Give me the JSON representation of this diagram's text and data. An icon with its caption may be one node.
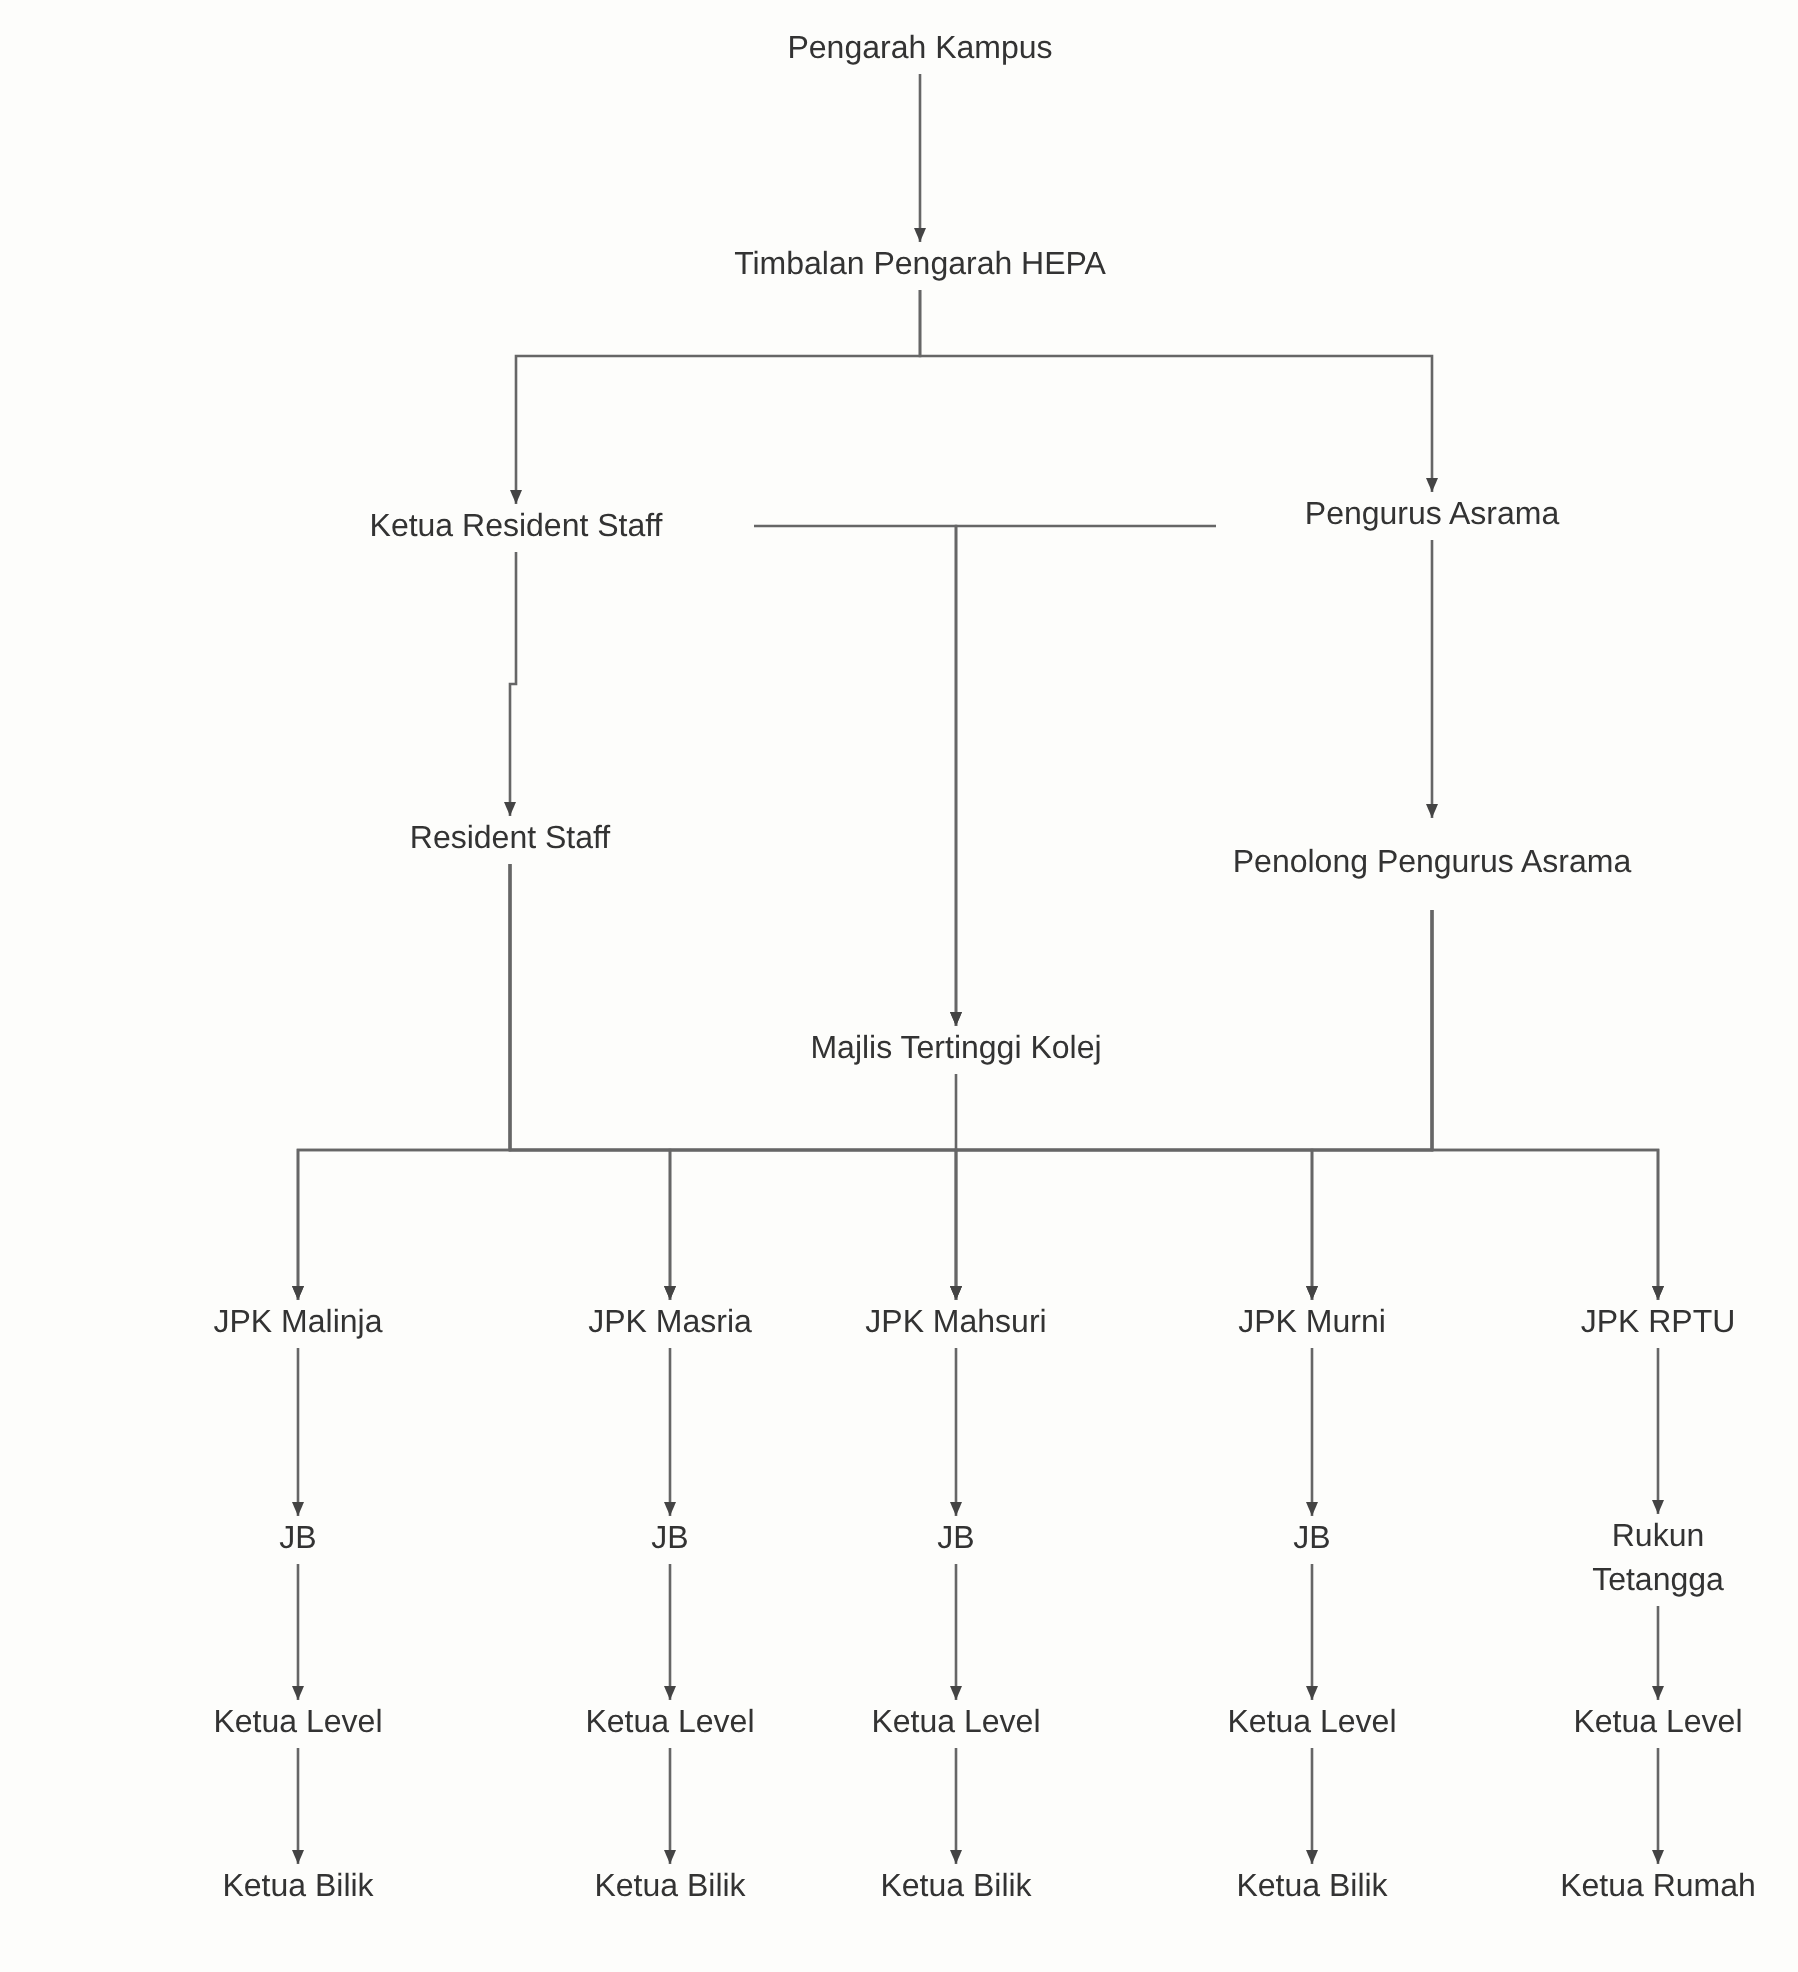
{
  "diagram": {
    "nodes": [
      {
        "text": [
          "Pengarah Kampus"
        ]
      },
      {
        "text": [
          "Timbalan Pengarah HEPA"
        ]
      },
      {
        "text": [
          "Ketua Resident Staff"
        ]
      },
      {
        "text": [
          "Pengurus Asrama"
        ]
      },
      {
        "text": [
          "Resident Staff"
        ]
      },
      {
        "text": [
          "Penolong Pengurus Asrama"
        ]
      },
      {
        "text": [
          "Majlis Tertinggi Kolej"
        ]
      },
      {
        "text": [
          "JPK Malinja"
        ]
      },
      {
        "text": [
          "JPK Masria"
        ]
      },
      {
        "text": [
          "JPK Mahsuri"
        ]
      },
      {
        "text": [
          "JPK Murni"
        ]
      },
      {
        "text": [
          "JPK RPTU"
        ]
      },
      {
        "text": [
          "JB"
        ]
      },
      {
        "text": [
          "JB"
        ]
      },
      {
        "text": [
          "JB"
        ]
      },
      {
        "text": [
          "JB"
        ]
      },
      {
        "text": [
          "Rukun Tetangga"
        ]
      },
      {
        "text": [
          "Ketua Level"
        ]
      },
      {
        "text": [
          "Ketua Level"
        ]
      },
      {
        "text": [
          "Ketua Level"
        ]
      },
      {
        "text": [
          "Ketua Level"
        ]
      },
      {
        "text": [
          "Ketua Level"
        ]
      },
      {
        "text": [
          "Ketua Bilik"
        ]
      },
      {
        "text": [
          "Ketua Bilik"
        ]
      },
      {
        "text": [
          "Ketua Bilik"
        ]
      },
      {
        "text": [
          "Ketua Bilik"
        ]
      },
      {
        "text": [
          "Ketua Rumah"
        ]
      }
    ],
    "edges": [
      {
        "from": 0,
        "to": 1,
        "arrow": "to"
      },
      {
        "from": 1,
        "to": 2,
        "arrow": "to"
      },
      {
        "from": 1,
        "to": 3,
        "arrow": "to"
      },
      {
        "from": 2,
        "to": 6,
        "arrow": "to"
      },
      {
        "from": 3,
        "to": 6,
        "arrow": "to"
      },
      {
        "from": 2,
        "to": 4,
        "arrow": "to"
      },
      {
        "from": 3,
        "to": 5,
        "arrow": "to"
      },
      {
        "from": 4,
        "to": 7,
        "arrow": "to"
      },
      {
        "from": 4,
        "to": 8,
        "arrow": "to"
      },
      {
        "from": 4,
        "to": 9,
        "arrow": "to"
      },
      {
        "from": 4,
        "to": 10,
        "arrow": "to"
      },
      {
        "from": 4,
        "to": 11,
        "arrow": "to"
      },
      {
        "from": 5,
        "to": 7,
        "arrow": "to"
      },
      {
        "from": 5,
        "to": 8,
        "arrow": "to"
      },
      {
        "from": 5,
        "to": 9,
        "arrow": "to"
      },
      {
        "from": 5,
        "to": 10,
        "arrow": "to"
      },
      {
        "from": 5,
        "to": 11,
        "arrow": "to"
      },
      {
        "from": 6,
        "to": 9,
        "arrow": "to"
      },
      {
        "from": 7,
        "to": 12,
        "arrow": "to"
      },
      {
        "from": 8,
        "to": 13,
        "arrow": "to"
      },
      {
        "from": 9,
        "to": 14,
        "arrow": "to"
      },
      {
        "from": 10,
        "to": 15,
        "arrow": "to"
      },
      {
        "from": 11,
        "to": 16,
        "arrow": "to"
      },
      {
        "from": 12,
        "to": 17,
        "arrow": "to"
      },
      {
        "from": 13,
        "to": 18,
        "arrow": "to"
      },
      {
        "from": 14,
        "to": 19,
        "arrow": "to"
      },
      {
        "from": 15,
        "to": 20,
        "arrow": "to"
      },
      {
        "from": 16,
        "to": 21,
        "arrow": "to"
      },
      {
        "from": 17,
        "to": 22,
        "arrow": "to"
      },
      {
        "from": 18,
        "to": 23,
        "arrow": "to"
      },
      {
        "from": 19,
        "to": 24,
        "arrow": "to"
      },
      {
        "from": 20,
        "to": 25,
        "arrow": "to"
      },
      {
        "from": 21,
        "to": 26,
        "arrow": "to"
      }
    ]
  }
}
